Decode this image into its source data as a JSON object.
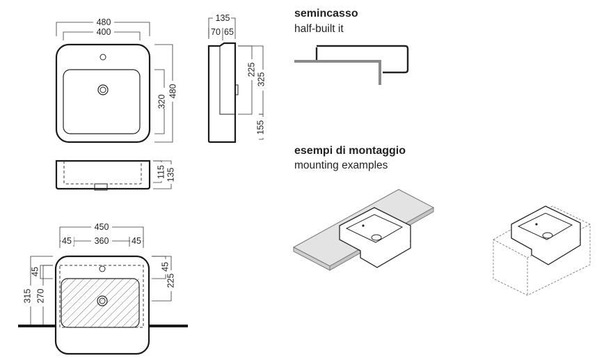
{
  "sections": {
    "half_built_in": {
      "title": "semincasso",
      "subtitle": "half-built it"
    },
    "mounting": {
      "title": "esempi di montaggio",
      "subtitle": "mounting examples"
    }
  },
  "top_view": {
    "overall_width": "480",
    "bowl_width": "400",
    "bowl_depth": "320",
    "overall_depth": "480"
  },
  "side_view": {
    "overall_depth": "135",
    "part_a": "70",
    "part_b": "65",
    "upper_height": "225",
    "total_height": "325",
    "lower_height": "155"
  },
  "front_view": {
    "bowl_height": "115",
    "overall_height": "135"
  },
  "cutout_view": {
    "cutout_width": "450",
    "left_margin": "45",
    "inner_width": "360",
    "right_margin": "45",
    "top_margin": "45",
    "depth": "225",
    "left_top": "45",
    "left_inner": "270",
    "left_total": "315"
  },
  "colors": {
    "line": "#222222",
    "counter_top": "#d9d9d9",
    "grey_line": "#8a8a8a"
  }
}
